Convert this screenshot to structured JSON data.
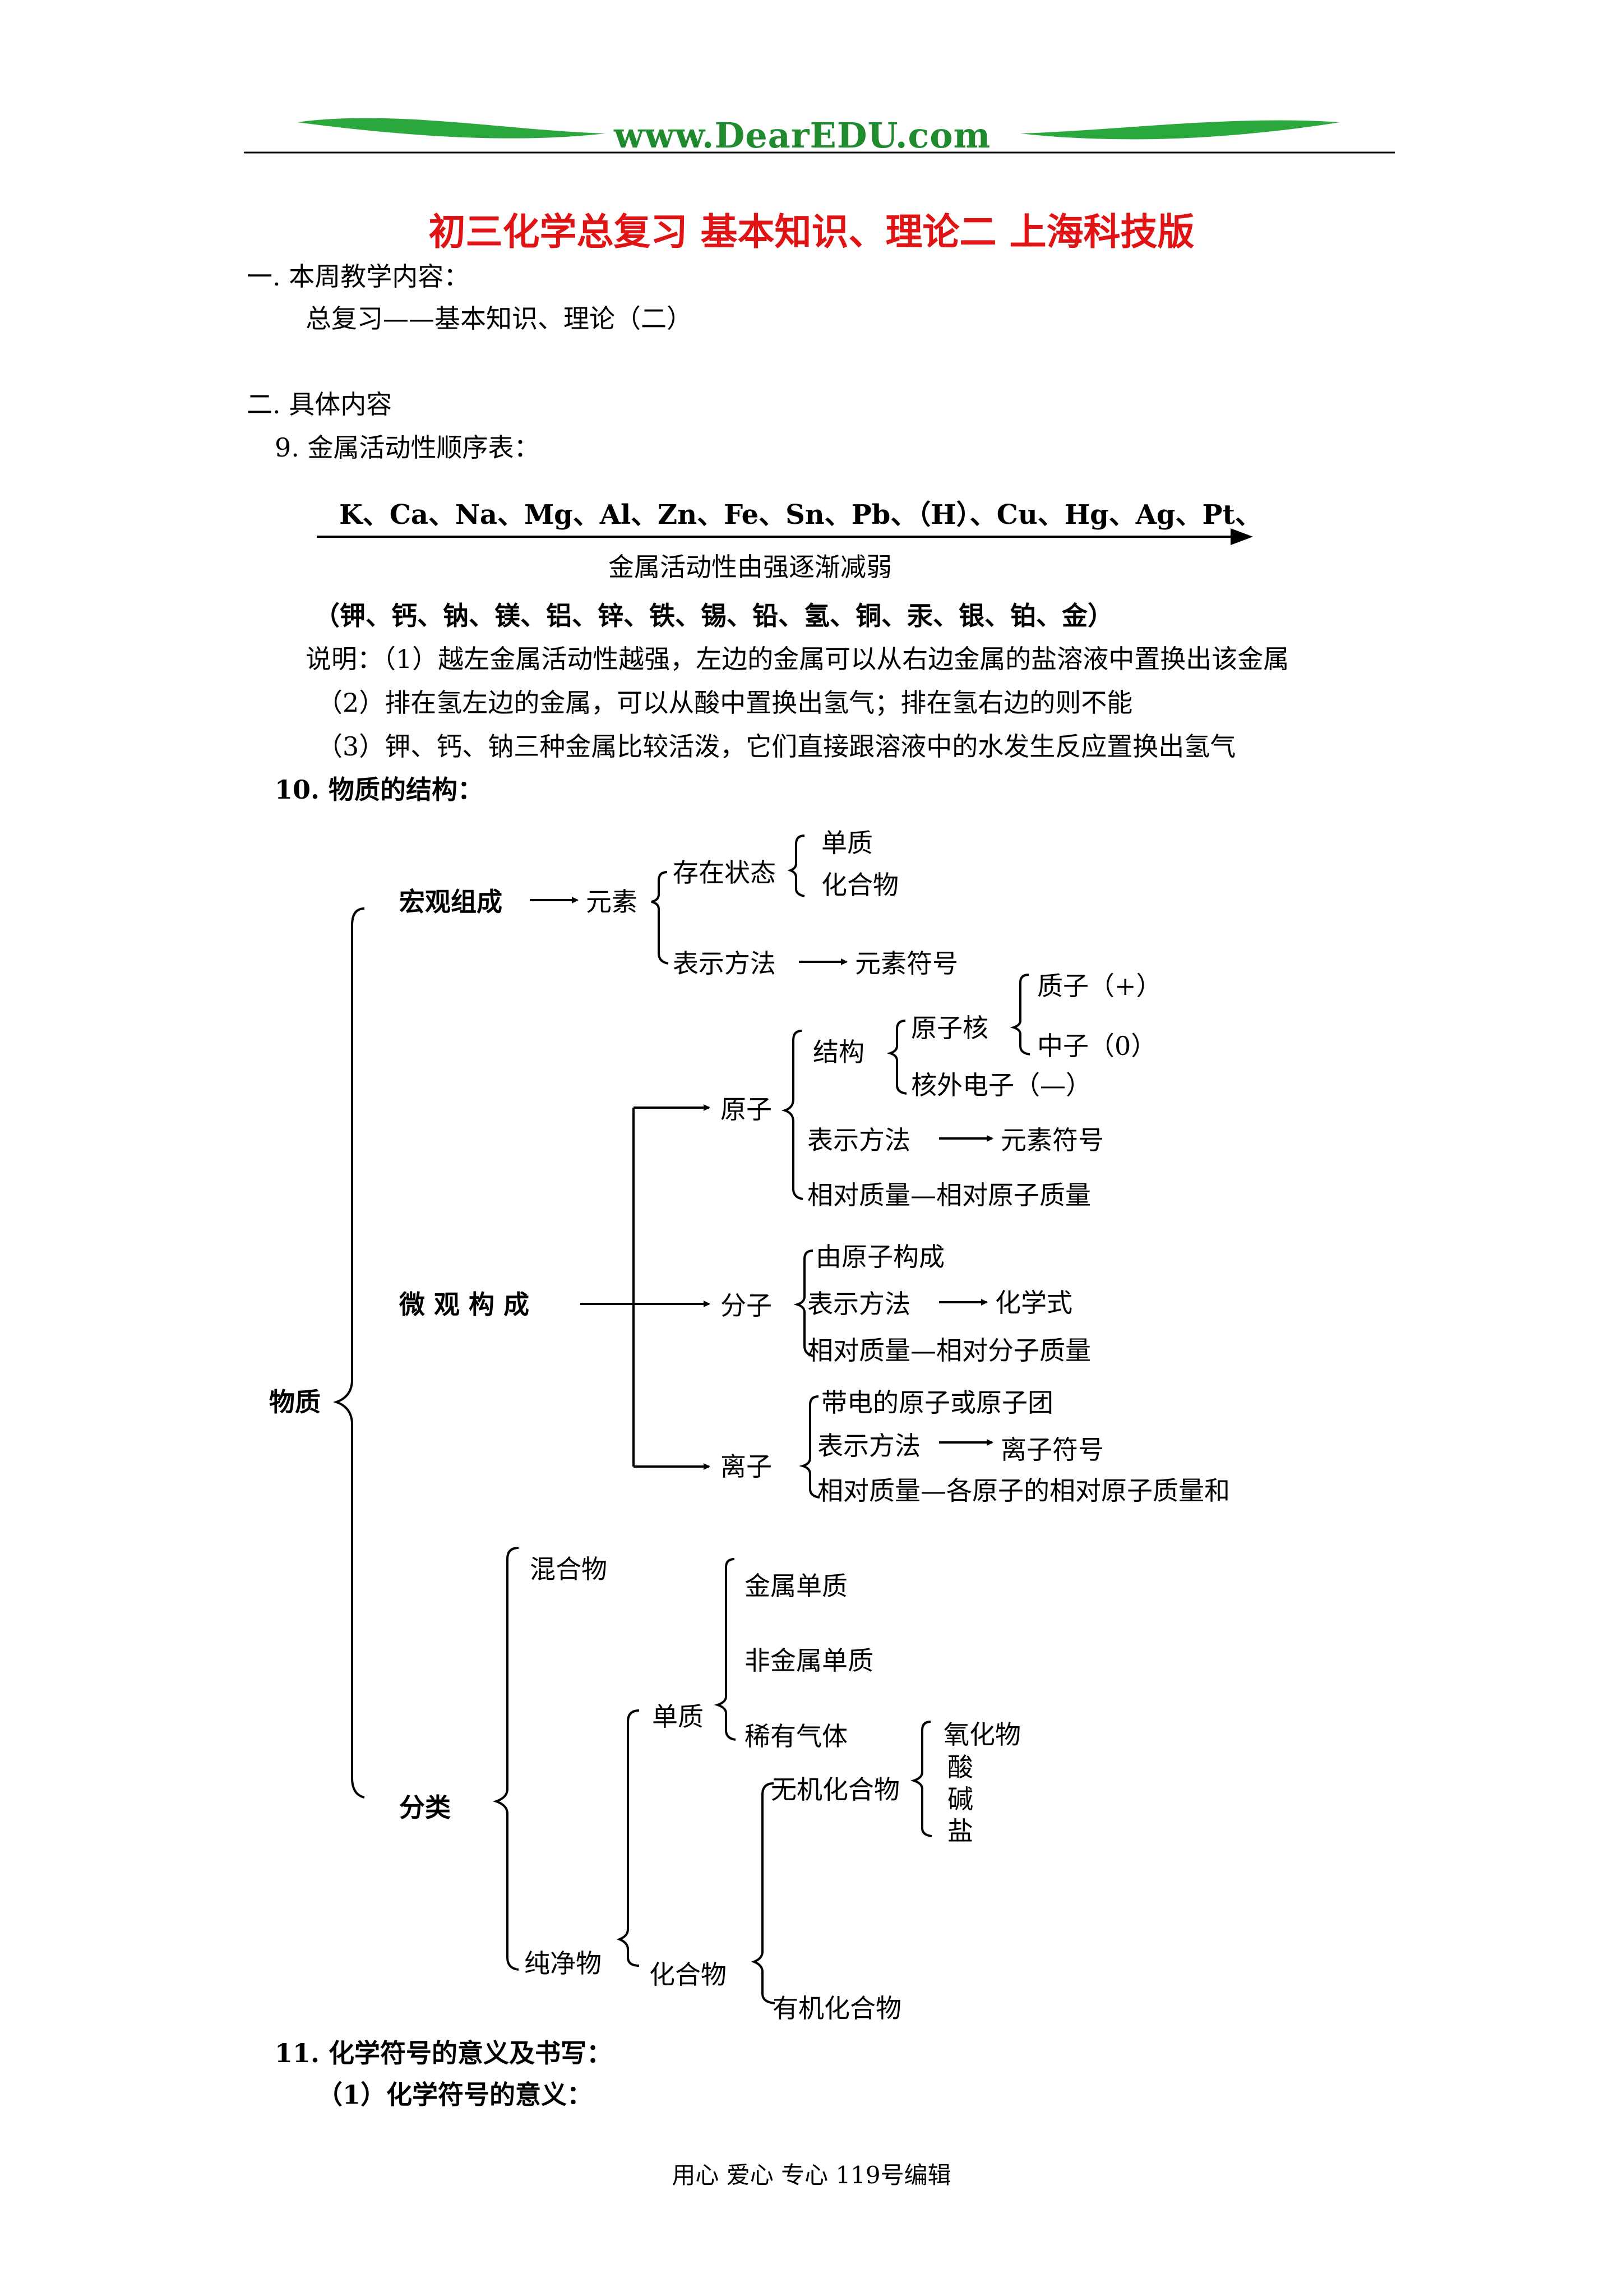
{
  "header": {
    "logo_text": "www.DearEDU.com",
    "accent_color": "#22a33a"
  },
  "title": "初三化学总复习 基本知识、理论二 上海科技版",
  "title_color": "#e01414",
  "sec1": {
    "heading": "一. 本周教学内容：",
    "body": "总复习——基本知识、理论（二）"
  },
  "sec2": {
    "heading": "二. 具体内容"
  },
  "item9": {
    "heading": "9. 金属活动性顺序表：",
    "series": "K、Ca、Na、Mg、Al、Zn、Fe、Sn、Pb、（H）、Cu、Hg、Ag、Pt、",
    "arrow_label": "金属活动性由强逐渐减弱",
    "names": "（钾、钙、钠、镁、铝、锌、铁、锡、铅、氢、铜、汞、银、铂、金）",
    "note1": "说明：（1）越左金属活动性越强，左边的金属可以从右边金属的盐溶液中置换出该金属",
    "note2": "（2）排在氢左边的金属，可以从酸中置换出氢气；排在氢右边的则不能",
    "note3": "（3）钾、钙、钠三种金属比较活泼，它们直接跟溶液中的水发生反应置换出氢气"
  },
  "item10": {
    "heading": "10. 物质的结构：",
    "root": "物质",
    "macro": {
      "label": "宏观组成",
      "element": "元素",
      "state": "存在状态",
      "simple": "单质",
      "compound": "化合物",
      "repr": "表示方法",
      "symbol": "元素符号"
    },
    "micro": {
      "label": "微 观 构 成",
      "atom": {
        "label": "原子",
        "structure": "结构",
        "nucleus": "原子核",
        "proton": "质子（+）",
        "neutron": "中子（0）",
        "electron": "核外电子（—）",
        "repr": "表示方法",
        "symbol": "元素符号",
        "mass": "相对质量—相对原子质量"
      },
      "molecule": {
        "label": "分子",
        "from": "由原子构成",
        "repr": "表示方法",
        "formula": "化学式",
        "mass": "相对质量—相对分子质量"
      },
      "ion": {
        "label": "离子",
        "charged": "带电的原子或原子团",
        "repr": "表示方法",
        "symbol": "离子符号",
        "mass": "相对质量—各原子的相对原子质量和"
      }
    },
    "classification": {
      "label": "分类",
      "mixture": "混合物",
      "pure": "纯净物",
      "simple": {
        "label": "单质",
        "metal": "金属单质",
        "nonmetal": "非金属单质",
        "noble": "稀有气体"
      },
      "compound": {
        "label": "化合物",
        "inorganic": "无机化合物",
        "organic": "有机化合物",
        "oxide": "氧化物",
        "acid": "酸",
        "base": "碱",
        "salt": "盐"
      }
    }
  },
  "item11": {
    "heading": "11. 化学符号的意义及书写：",
    "sub": "（1）化学符号的意义："
  },
  "footer": "用心 爱心 专心 119号编辑"
}
